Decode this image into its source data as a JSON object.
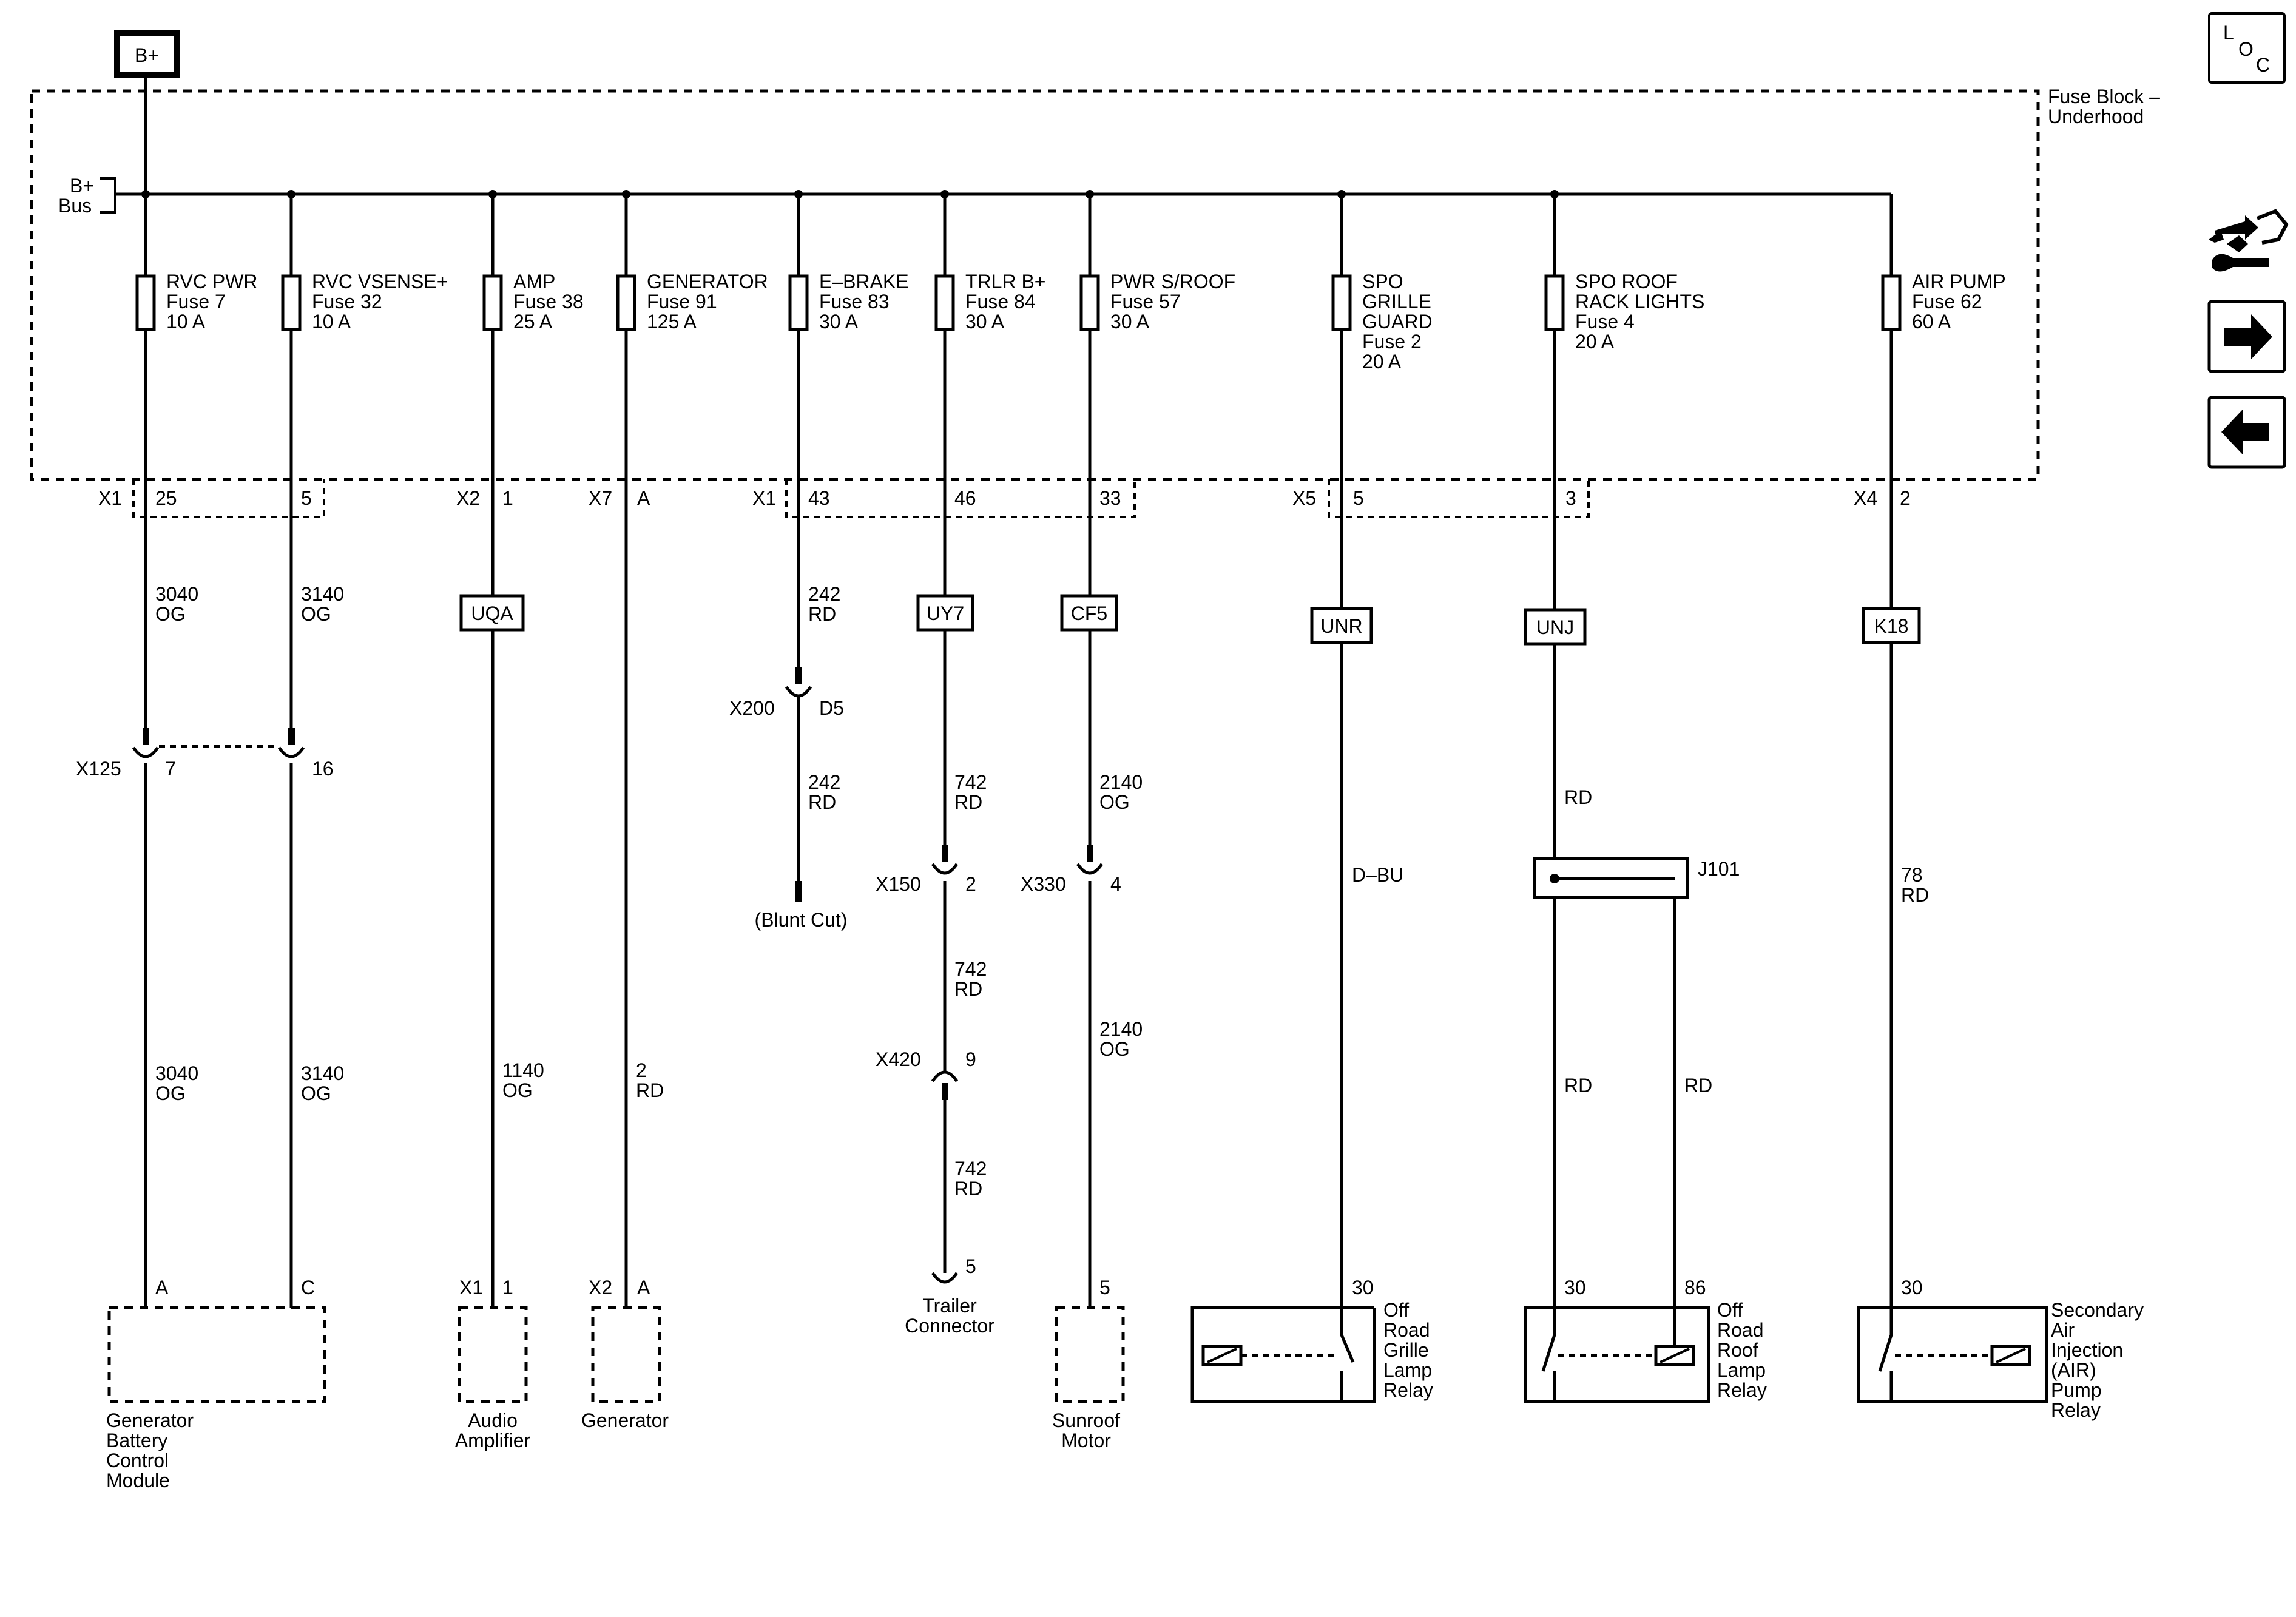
{
  "supply": {
    "label": "B+"
  },
  "loc_icon": {
    "letters": [
      "L",
      "O",
      "C"
    ]
  },
  "fuse_block": {
    "title_line1": "Fuse Block –",
    "title_line2": "Underhood"
  },
  "bus": {
    "line1": "B+",
    "line2": "Bus"
  },
  "fuses": [
    {
      "lines": [
        "RVC PWR",
        "Fuse 7",
        "10 A"
      ]
    },
    {
      "lines": [
        "RVC VSENSE+",
        "Fuse 32",
        "10 A"
      ]
    },
    {
      "lines": [
        "AMP",
        "Fuse 38",
        "25 A"
      ]
    },
    {
      "lines": [
        "GENERATOR",
        "Fuse 91",
        "125 A"
      ]
    },
    {
      "lines": [
        "E–BRAKE",
        "Fuse 83",
        "30 A"
      ]
    },
    {
      "lines": [
        "TRLR B+",
        "Fuse 84",
        "30 A"
      ]
    },
    {
      "lines": [
        "PWR S/ROOF",
        "Fuse 57",
        "30 A"
      ]
    },
    {
      "lines": [
        "SPO",
        "GRILLE",
        "GUARD",
        "Fuse 2",
        "20 A"
      ]
    },
    {
      "lines": [
        "SPO ROOF",
        "RACK LIGHTS",
        "Fuse 4",
        "20 A"
      ]
    },
    {
      "lines": [
        "AIR PUMP",
        "Fuse 62",
        "60 A"
      ]
    }
  ],
  "fuse_block_connectors": {
    "x1a": {
      "name": "X1",
      "pins": [
        "25",
        "5"
      ]
    },
    "x2": {
      "name": "X2",
      "pin": "1"
    },
    "x7": {
      "name": "X7",
      "pin": "A"
    },
    "x1b": {
      "name": "X1",
      "pins": [
        "43",
        "46",
        "33"
      ]
    },
    "x5": {
      "name": "X5",
      "pins": [
        "5",
        "3"
      ]
    },
    "x4": {
      "name": "X4",
      "pin": "2"
    }
  },
  "option_codes": [
    "UQA",
    "UY7",
    "CF5",
    "UNR",
    "UNJ",
    "K18"
  ],
  "wires": {
    "w3040_top": [
      "3040",
      "OG"
    ],
    "w3140_top": [
      "3140",
      "OG"
    ],
    "w242_top": [
      "242",
      "RD"
    ],
    "w242_bot": [
      "242",
      "RD"
    ],
    "w742_a": [
      "742",
      "RD"
    ],
    "w742_b": [
      "742",
      "RD"
    ],
    "w742_c": [
      "742",
      "RD"
    ],
    "w2140_a": [
      "2140",
      "OG"
    ],
    "w2140_b": [
      "2140",
      "OG"
    ],
    "w3040_bot": [
      "3040",
      "OG"
    ],
    "w3140_bot": [
      "3140",
      "OG"
    ],
    "w1140": [
      "1140",
      "OG"
    ],
    "w2": [
      "2",
      "RD"
    ],
    "wdbu": [
      "D–BU"
    ],
    "wrd_top": [
      "RD"
    ],
    "wrd_left": [
      "RD"
    ],
    "wrd_right": [
      "RD"
    ],
    "w78": [
      "78",
      "RD"
    ]
  },
  "inline_connectors": {
    "x125": {
      "name": "X125",
      "pins": [
        "7",
        "16"
      ]
    },
    "x200": {
      "name": "X200",
      "pin": "D5"
    },
    "x150": {
      "name": "X150",
      "pin": "2"
    },
    "x330": {
      "name": "X330",
      "pin": "4"
    },
    "x420": {
      "name": "X420",
      "pin": "9"
    }
  },
  "splice": {
    "name": "J101"
  },
  "blunt_cut": "(Blunt Cut)",
  "trailer": {
    "pin": "5",
    "lines": [
      "Trailer",
      "Connector"
    ]
  },
  "components": {
    "gbcm": {
      "pins": [
        "A",
        "C"
      ],
      "lines": [
        "Generator",
        "Battery",
        "Control",
        "Module"
      ]
    },
    "audio": {
      "connector": "X1",
      "pin": "1",
      "lines": [
        "Audio",
        "Amplifier"
      ]
    },
    "generator": {
      "connector": "X2",
      "pin": "A",
      "lines": [
        "Generator"
      ]
    },
    "sunroof": {
      "pin": "5",
      "lines": [
        "Sunroof",
        "Motor"
      ]
    },
    "grille_relay": {
      "pin": "30",
      "lines": [
        "Off",
        "Road",
        "Grille",
        "Lamp",
        "Relay"
      ]
    },
    "roof_relay": {
      "pins": [
        "30",
        "86"
      ],
      "lines": [
        "Off",
        "Road",
        "Roof",
        "Lamp",
        "Relay"
      ]
    },
    "air_relay": {
      "pin": "30",
      "lines": [
        "Secondary",
        "Air",
        "Injection",
        "(AIR)",
        "Pump",
        "Relay"
      ]
    }
  }
}
